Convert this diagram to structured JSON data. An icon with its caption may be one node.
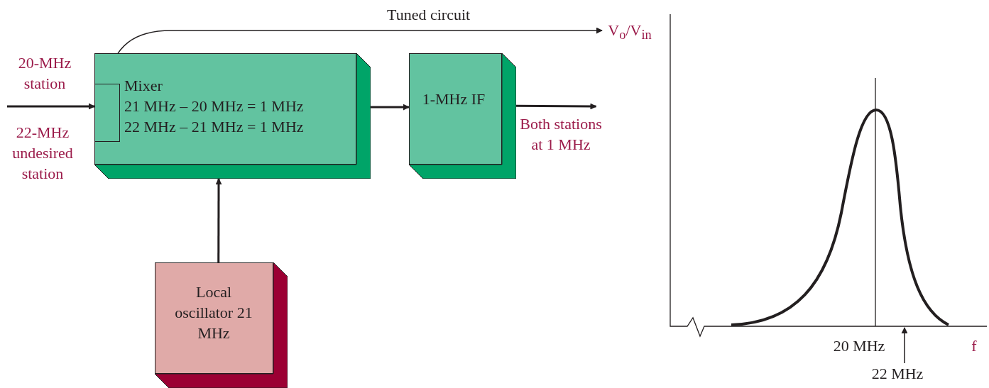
{
  "diagram": {
    "nodes": [
      {
        "text": [
          "Mixer",
          "21 MHz – 20 MHz = 1 MHz",
          "22 MHz – 21 MHz = 1 MHz"
        ]
      },
      {
        "text": [],
        "shape": "box",
        "in": 0
      },
      {
        "text": [
          "1-MHz IF"
        ]
      },
      {
        "text": [
          "Local oscillator 21 MHz"
        ]
      },
      {
        "text": [
          "V$_{o}$/V$_{in}$"
        ]
      },
      {
        "text": [
          "22 MHz"
        ]
      },
      {
        "text": [
          "Both stations at 1 MHz"
        ]
      }
    ],
    "edges": [
      {
        "from": null,
        "to": 1,
        "arrow": "to"
      },
      {
        "from": 0,
        "to": 2,
        "arrow": "to"
      },
      {
        "from": 2,
        "to": 6,
        "arrow": "to"
      },
      {
        "from": 3,
        "to": 0,
        "arrow": "to"
      },
      {
        "from": 1,
        "to": 4,
        "arrow": "both",
        "label": "Tuned circuit"
      },
      {
        "from": 5,
        "to": null,
        "arrow": "to"
      }
    ],
    "labels": [
      "20-MHz station",
      "22-MHz undesired station",
      "20 MHz",
      "f"
    ]
  }
}
